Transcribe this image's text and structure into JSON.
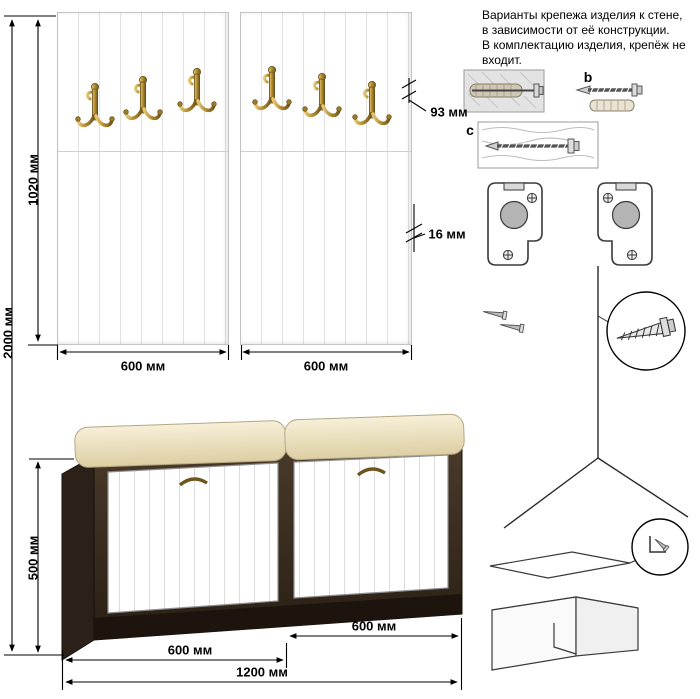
{
  "note": {
    "lines": [
      "Варианты крепежа изделия к стене,",
      "в зависимости от её конструкции.",
      "В комплектацию изделия, крепёж не",
      "входит."
    ]
  },
  "dimensions": {
    "overall_height": "2000 мм",
    "panel_height": "1020 мм",
    "panel_left_width": "600 мм",
    "panel_right_width": "600 мм",
    "hook_depth": "93 мм",
    "panel_thickness": "16 мм",
    "bench_height": "500 мм",
    "bench_left_width": "600 мм",
    "bench_right_width": "600 мм",
    "bench_total_width": "1200 мм"
  },
  "fasteners": {
    "label_b": "b",
    "label_c": "c"
  },
  "colors": {
    "hook_brass": "#b18a2f",
    "bench_body": "#3a2d22",
    "cushion": "#f0e6c9",
    "dimension": "#000000"
  }
}
